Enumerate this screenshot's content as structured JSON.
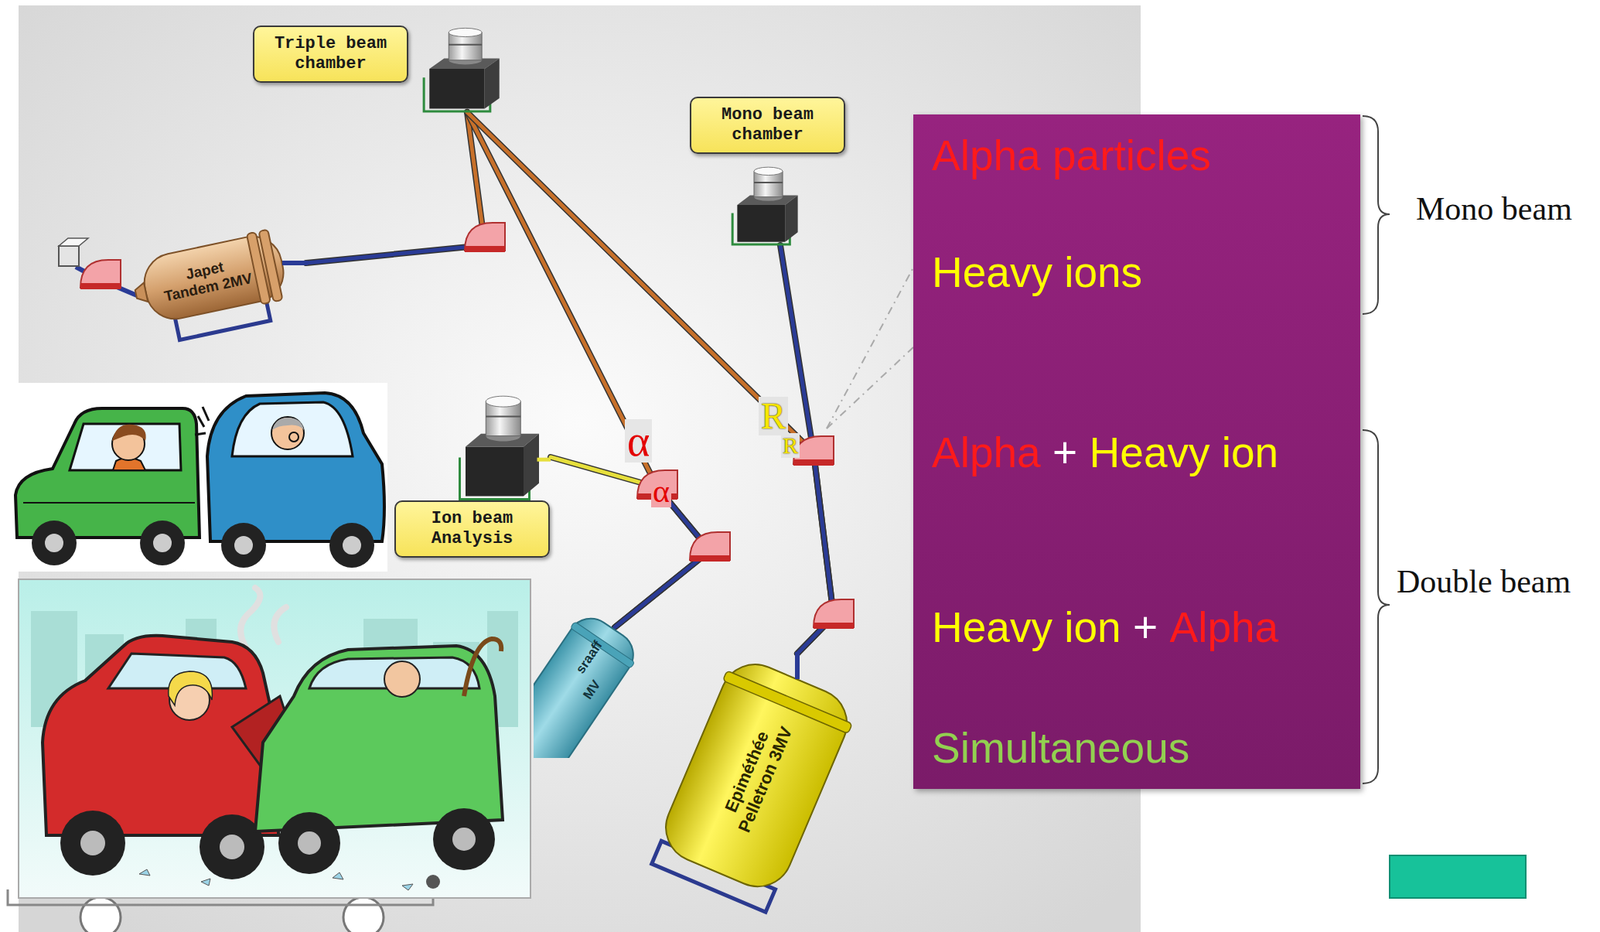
{
  "diagram": {
    "nodes": [
      {
        "text": [
          "Triple beam chamber"
        ]
      },
      {
        "text": [
          "Mono beam chamber"
        ]
      },
      {
        "text": [
          "Alpha particles",
          "Heavy ions",
          "Alpha",
          "+",
          "Heavy ion",
          "Heavy ion",
          "+",
          "Alpha",
          "Simultaneous"
        ]
      },
      {
        "text": [
          "Japet Tandem 2MV"
        ]
      },
      {
        "text": [
          "Ion beam Analysis"
        ]
      },
      {
        "text": [
          "sraaff",
          "MV"
        ]
      },
      {
        "text": [
          "Epiméthée Pelletron 3MV"
        ]
      }
    ],
    "edges": [
      {
        "from": 3,
        "to": 0,
        "arrow": "none"
      },
      {
        "from": 5,
        "to": 0,
        "arrow": "none"
      },
      {
        "from": 5,
        "to": 4,
        "arrow": "none"
      },
      {
        "from": 6,
        "to": 0,
        "arrow": "none"
      },
      {
        "from": 6,
        "to": 1,
        "arrow": "none"
      }
    ],
    "labels": [
      "Mono beam",
      "R",
      "R",
      "α",
      "α",
      "Double beam"
    ]
  }
}
